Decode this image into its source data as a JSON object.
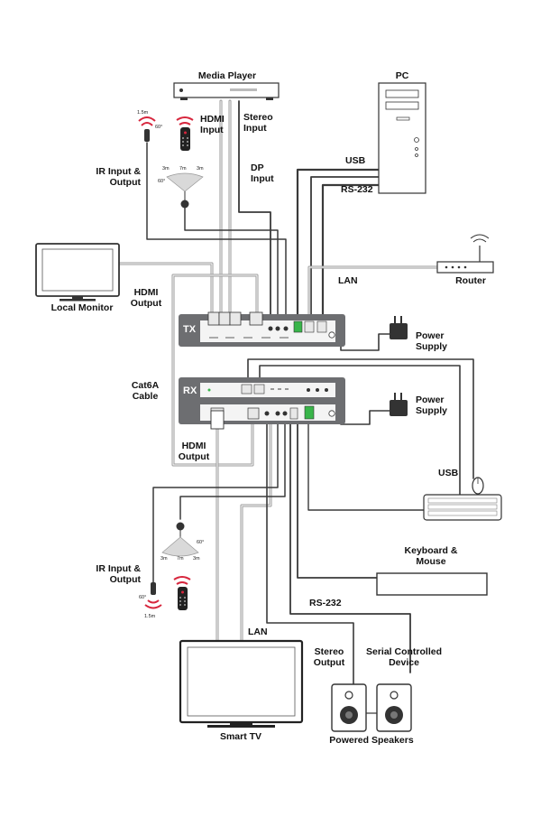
{
  "devices": {
    "media_player": "Media Player",
    "pc": "PC",
    "local_monitor": "Local Monitor",
    "router": "Router",
    "tx": "TX",
    "rx": "RX",
    "keyboard_mouse": "Keyboard &\nMouse",
    "smart_tv": "Smart TV",
    "powered_speakers": "Powered Speakers",
    "serial_device": "Serial Controlled\nDevice"
  },
  "connections": {
    "hdmi_input": "HDMI\nInput",
    "stereo_input": "Stereo\nInput",
    "dp_input": "DP\nInput",
    "usb_top": "USB",
    "rs232_top": "RS-232",
    "ir_top": "IR Input &\nOutput",
    "lan_top": "LAN",
    "hdmi_output_top": "HDMI\nOutput",
    "power_supply_tx": "Power\nSupply",
    "cat6a": "Cat6A\nCable",
    "power_supply_rx": "Power\nSupply",
    "hdmi_output_bottom": "HDMI\nOutput",
    "usb_bottom": "USB",
    "ir_bottom": "IR Input &\nOutput",
    "rs232_bottom": "RS-232",
    "lan_bottom": "LAN",
    "stereo_output": "Stereo\nOutput"
  },
  "ir_specs": {
    "top_emitter_dist": "1.5m",
    "top_emitter_angle": "60°",
    "top_range_left": "3m",
    "top_range_mid": "7m",
    "top_range_right": "3m",
    "top_sensor_angle": "60°",
    "bottom_sensor_angle": "60°",
    "bottom_range_left": "3m",
    "bottom_range_mid": "7m",
    "bottom_range_right": "3m",
    "bottom_emitter_angle": "60°",
    "bottom_emitter_dist": "1.5m"
  },
  "colors": {
    "unit_body": "#6d6e71",
    "panel": "#f4f4f4",
    "cable_dark": "#3a3a3a",
    "cable_light": "#9a9a9a",
    "ir_red": "#d7263d",
    "port_green": "#39b54a"
  }
}
